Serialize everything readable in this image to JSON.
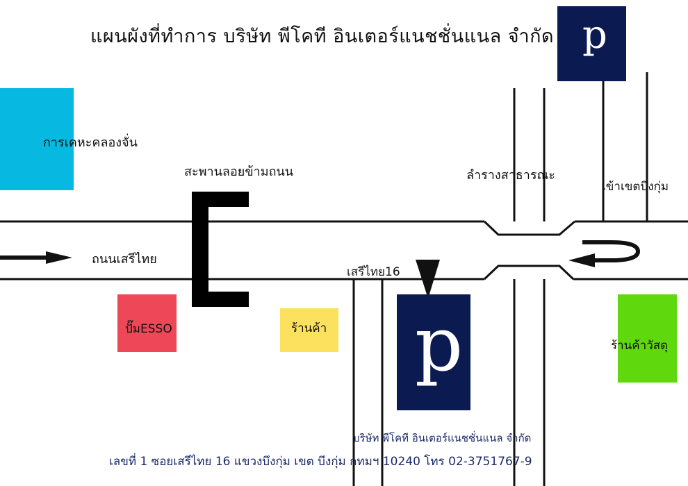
{
  "title": "แผนผังที่ทำการ บริษัท พีโคที อินเตอร์แนชชั่นแนล จำกัด",
  "parking_symbol": "p",
  "landmarks": {
    "expressway": "การเคหะคลองจั่น",
    "overpass": "สะพานลอยข้ามถนน",
    "public_flume": "ลำรางสาธารณะ",
    "bueng_kum_district": "เข้าเขตบึงกุ่ม",
    "road": "ถนนเสรีไทย",
    "soi": "เสรีไทย16",
    "esso": "ปั๊มESSO",
    "shop": "ร้านค้า",
    "hardware_shop": "ร้านค้าวัสดุ"
  },
  "footer": {
    "company": "บริษัท พีโคที อินเตอร์แนชชั่นแนล จำกัด",
    "address": "เลขที่ 1 ซอยเสรีไทย 16 แขวงบึงกุ่ม เขต บึงกุ่ม กทมฯ 10240 โทร 02-3751767-9"
  },
  "colors": {
    "navy": "#0c1a52",
    "cyan": "#07b9e0",
    "red": "#ee4757",
    "yellow": "#fbe15e",
    "green": "#5fd80e",
    "line": "#111111"
  }
}
